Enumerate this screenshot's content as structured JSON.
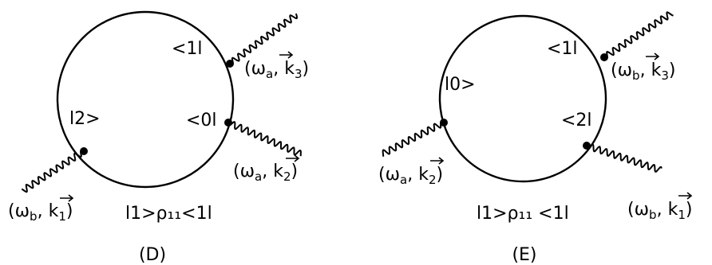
{
  "diagrams": [
    {
      "caption": "(D)",
      "states": {
        "top": "<1l",
        "mid": "<0l",
        "left": "l2>"
      },
      "density": "l1>ρ₁₁<1l",
      "photons": [
        {
          "omega": "ω",
          "omega_sub": "b",
          "k": "k",
          "k_sub": "1"
        },
        {
          "omega": "ω",
          "omega_sub": "a",
          "k": "k",
          "k_sub": "3"
        },
        {
          "omega": "ω",
          "omega_sub": "a",
          "k": "k",
          "k_sub": "2"
        }
      ]
    },
    {
      "caption": "(E)",
      "states": {
        "top": "<1l",
        "mid": "<2l",
        "left": "l0>"
      },
      "density": "l1>ρ₁₁ <1l",
      "photons": [
        {
          "omega": "ω",
          "omega_sub": "b",
          "k": "k",
          "k_sub": "3"
        },
        {
          "omega": "ω",
          "omega_sub": "a",
          "k": "k",
          "k_sub": "2"
        },
        {
          "omega": "ω",
          "omega_sub": "b",
          "k": "k",
          "k_sub": "1"
        }
      ]
    }
  ]
}
